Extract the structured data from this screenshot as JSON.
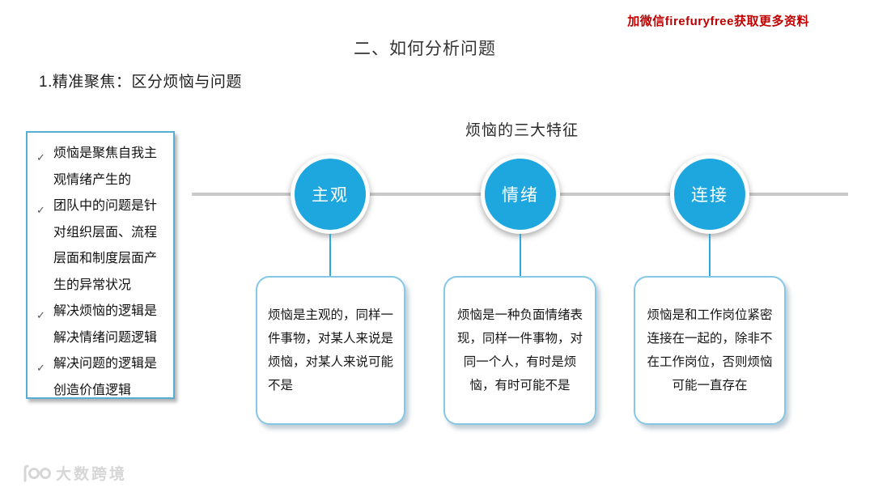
{
  "page": {
    "promo_note": "加微信firefuryfree获取更多资料",
    "title": "二、如何分析问题",
    "subtitle": "1.精准聚焦：区分烦恼与问题"
  },
  "checklist": {
    "check_glyph": "✓",
    "items": [
      "烦恼是聚焦自我主观情绪产生的",
      "团队中的问题是针对组织层面、流程层面和制度层面产生的异常状况",
      "解决烦恼的逻辑是解决情绪问题逻辑",
      "解决问题的逻辑是创造价值逻辑"
    ]
  },
  "diagram": {
    "heading": "烦恼的三大特征",
    "nodes": [
      {
        "label": "主观",
        "description": "烦恼是主观的，同样一件事物，对某人来说是烦恼，对某人来说可能不是"
      },
      {
        "label": "情绪",
        "description": "烦恼是一种负面情绪表现，同样一件事物，对同一个人，有时是烦恼，有时可能不是"
      },
      {
        "label": "连接",
        "description": "烦恼是和工作岗位紧密连接在一起的，除非不在工作岗位，否则烦恼可能一直存在"
      }
    ]
  },
  "watermark": {
    "brand": "大数跨境"
  },
  "colors": {
    "accent_blue": "#1ea7de",
    "card_border_blue": "#85c8e6",
    "panel_border_blue": "#56aed6",
    "promo_red": "#c00000",
    "timeline_gray": "#c9c9c9",
    "watermark_gray": "#d6d6d6"
  }
}
